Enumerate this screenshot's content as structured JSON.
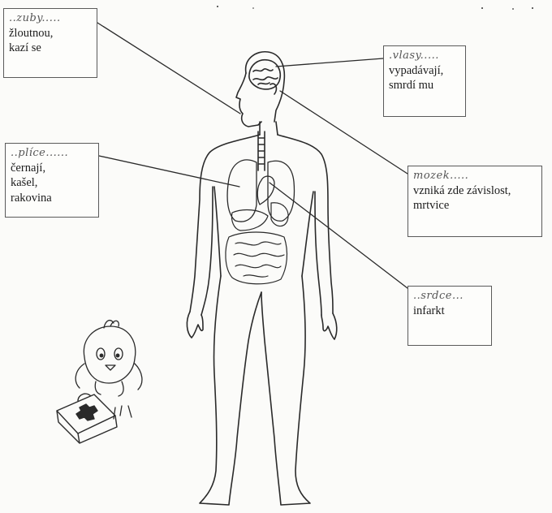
{
  "labels": {
    "zuby": {
      "answer": "..zuby.....",
      "text": "žloutnou,\nkazí se"
    },
    "vlasy": {
      "answer": ".vlasy.....",
      "text": "vypadávají,\nsmrdí mu"
    },
    "plice": {
      "answer": "..plíce......",
      "text": "černají,\nkašel,\nrakovina"
    },
    "mozek": {
      "answer": "mozek.....",
      "text": "vzniká zde závislost,\nmrtvice"
    },
    "srdce": {
      "answer": "..srdce...",
      "text": "infarkt"
    }
  },
  "icons": {
    "mascot": "chick-with-first-aid-kit",
    "kit": "medical-cross"
  }
}
